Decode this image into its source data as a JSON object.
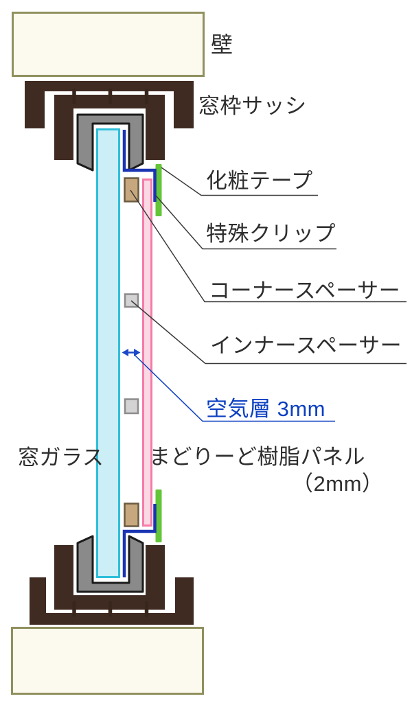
{
  "diagram": {
    "type": "window-cross-section",
    "labels": {
      "wall": "壁",
      "sash": "窓枠サッシ",
      "tape": "化粧テープ",
      "clip": "特殊クリップ",
      "corner_spacer": "コーナースペーサー",
      "inner_spacer": "インナースペーサー",
      "air_layer": "空気層 3mm",
      "glass": "窓ガラス",
      "panel": "まどりーど樹脂パネル",
      "panel_thickness": "（2mm）"
    },
    "values": {
      "air_gap": "3mm",
      "panel_thickness": "2mm"
    },
    "colors": {
      "wall_fill": "#FCFAEE",
      "wall_border": "#90905E",
      "sash_brown": "#402B22",
      "tick_brown": "#38261D",
      "channel_gray": "#8A8A8A",
      "channel_outline": "#1B1B1B",
      "glass_fill": "#CBEEF7",
      "glass_border": "#2EBFDA",
      "clip_blue": "#1A34B2",
      "tape_green": "#63C537",
      "corner_spacer_fill": "#C7A87E",
      "corner_spacer_border": "#6B5A40",
      "inner_spacer_fill": "#D3D3D3",
      "inner_spacer_border": "#8C8C8C",
      "panel_fill": "#FBD8E4",
      "panel_border": "#F47CA8",
      "arrow_blue": "#1B49C8",
      "air_label_blue": "#0B3FC2",
      "leader_line": "#3A3A3A",
      "text": "#2E2E2E"
    }
  }
}
